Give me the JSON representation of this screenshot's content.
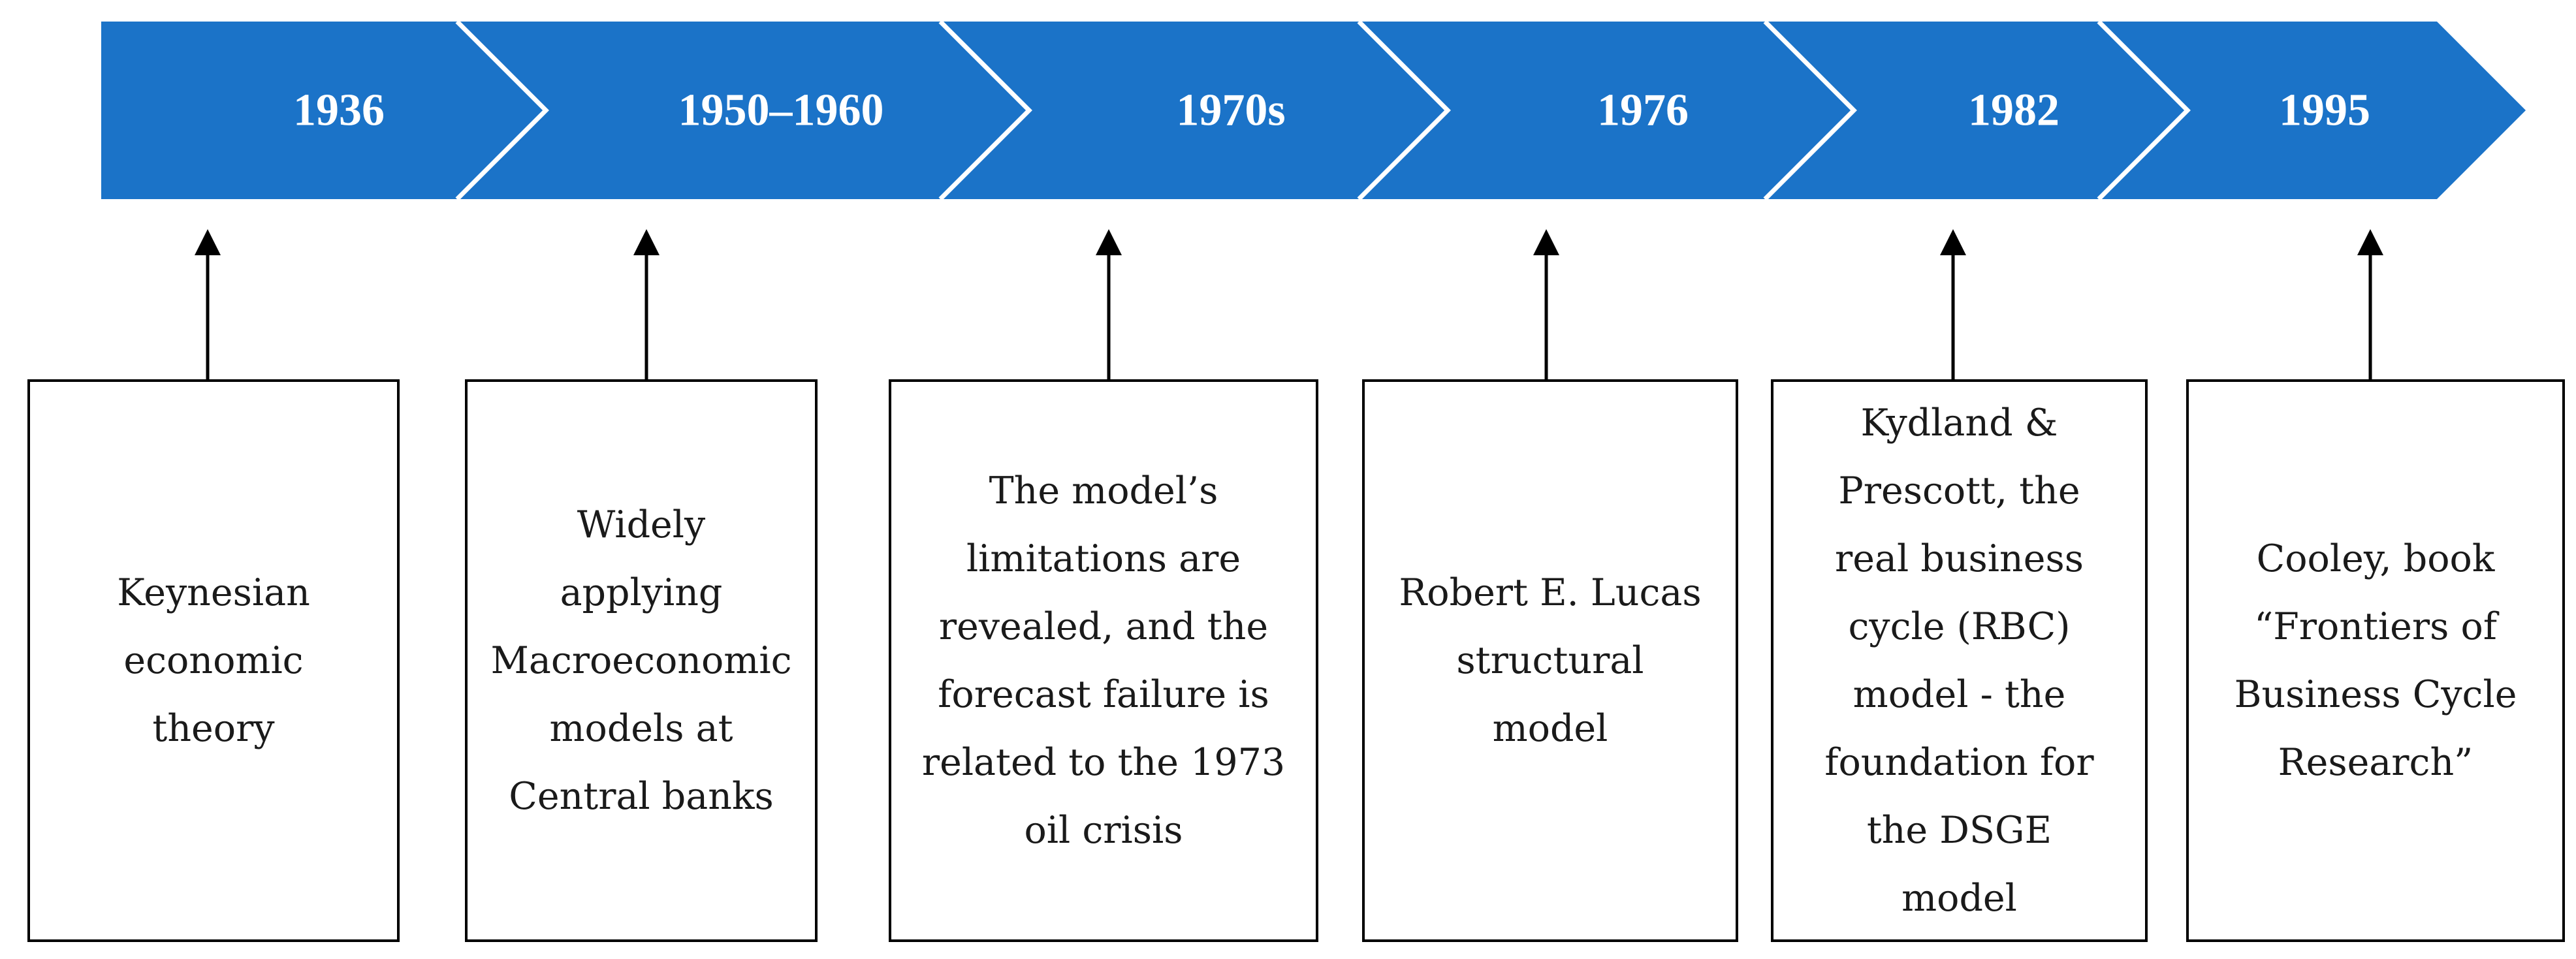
{
  "colors": {
    "arrow_fill": "#1b73c8",
    "arrow_separator": "#ffffff",
    "connector": "#000000",
    "box_border": "#000000",
    "text": "#1a1a1a"
  },
  "timeline": {
    "years": [
      "1936",
      "1950–1960",
      "1970s",
      "1976",
      "1982",
      "1995"
    ]
  },
  "events": [
    {
      "year": "1936",
      "text": "Keynesian\neconomic\ntheory"
    },
    {
      "year": "1950–1960",
      "text": "Widely\napplying\nMacroeconomic\nmodels at\nCentral banks"
    },
    {
      "year": "1970s",
      "text": "The model’s\nlimitations are\nrevealed, and the\nforecast failure is\nrelated to the 1973\noil crisis"
    },
    {
      "year": "1976",
      "text": "Robert E. Lucas\nstructural\nmodel"
    },
    {
      "year": "1982",
      "text": "Kydland &\nPrescott, the\nreal business\ncycle (RBC)\nmodel - the\nfoundation for\nthe DSGE\nmodel"
    },
    {
      "year": "1995",
      "text": "Cooley, book\n“Frontiers of\nBusiness Cycle\nResearch”"
    }
  ]
}
